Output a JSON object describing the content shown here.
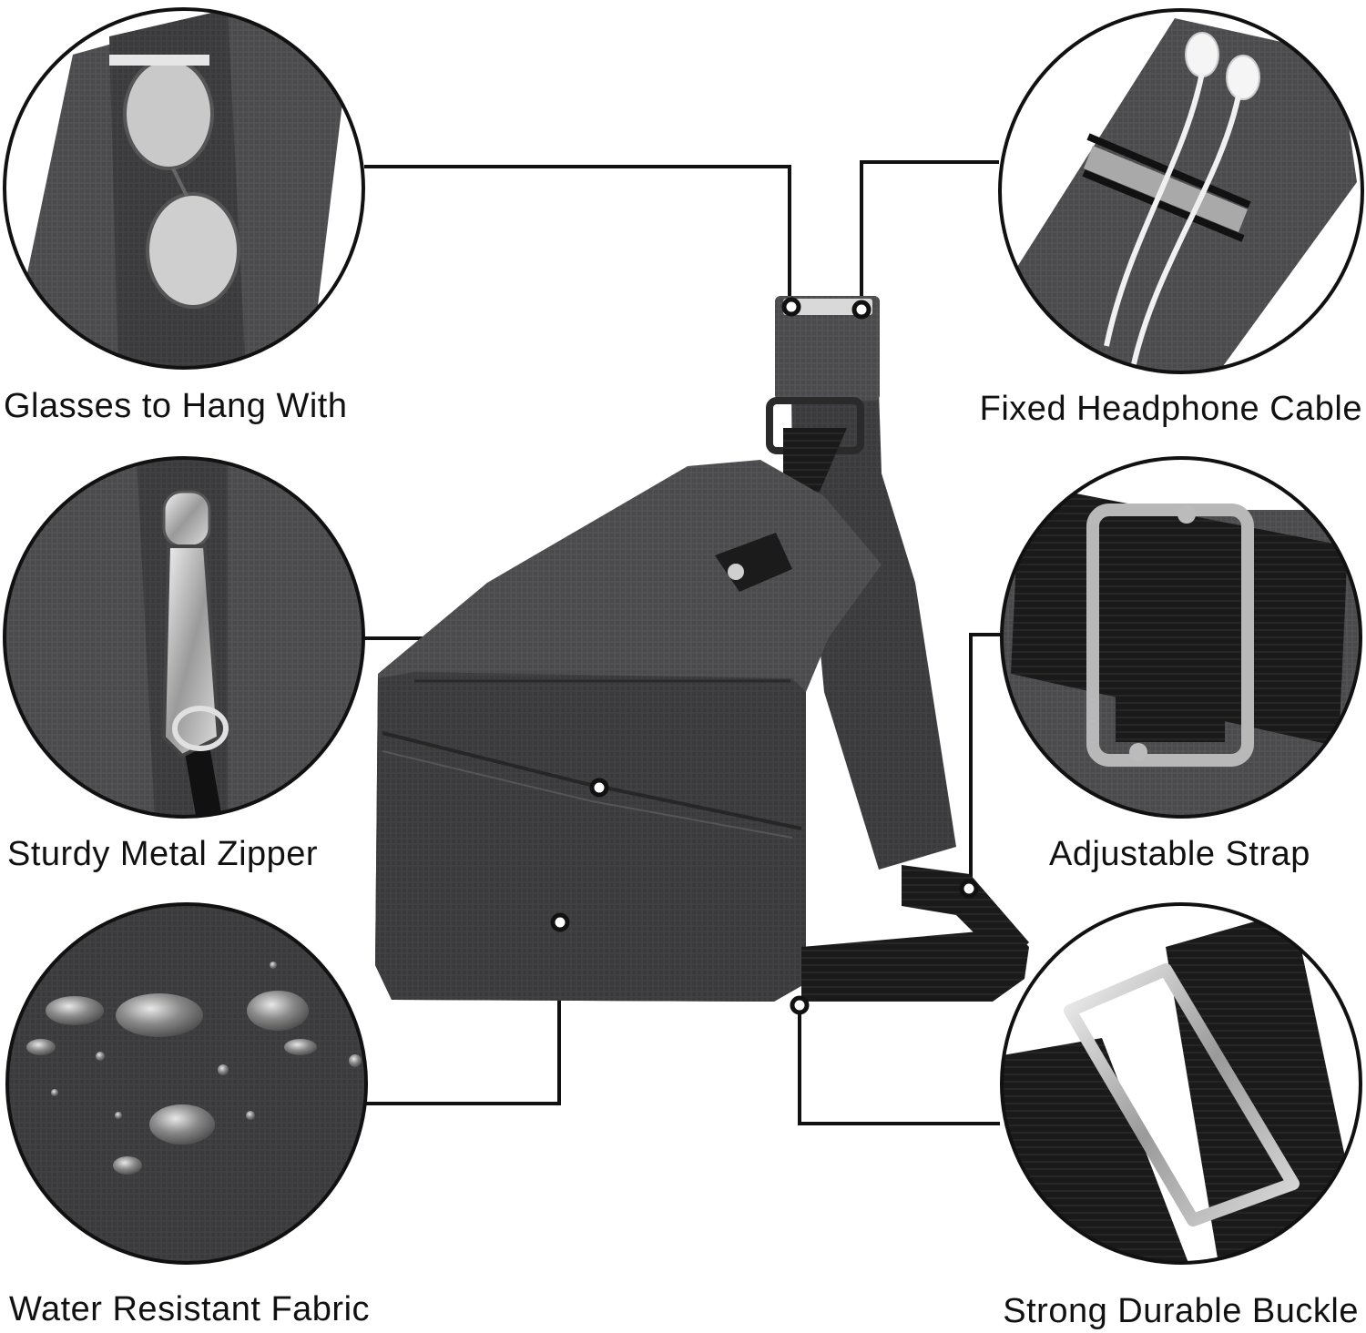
{
  "features": [
    {
      "id": "glasses",
      "label": "Glasses to Hang With",
      "icon": "glasses-icon"
    },
    {
      "id": "headphone",
      "label": "Fixed Headphone Cable",
      "icon": "earphones-icon"
    },
    {
      "id": "zipper",
      "label": "Sturdy Metal Zipper",
      "icon": "zipper-icon"
    },
    {
      "id": "strap",
      "label": "Adjustable Strap",
      "icon": "strap-slider-icon"
    },
    {
      "id": "fabric",
      "label": "Water Resistant Fabric",
      "icon": "water-drops-icon"
    },
    {
      "id": "buckle",
      "label": "Strong Durable Buckle",
      "icon": "buckle-icon"
    }
  ],
  "colors": {
    "background": "#ffffff",
    "fabric_dark": "#3c3c3e",
    "fabric_mid": "#575759",
    "webbing": "#111111",
    "metal": "#c8c8c8",
    "callout_line": "#111111"
  }
}
